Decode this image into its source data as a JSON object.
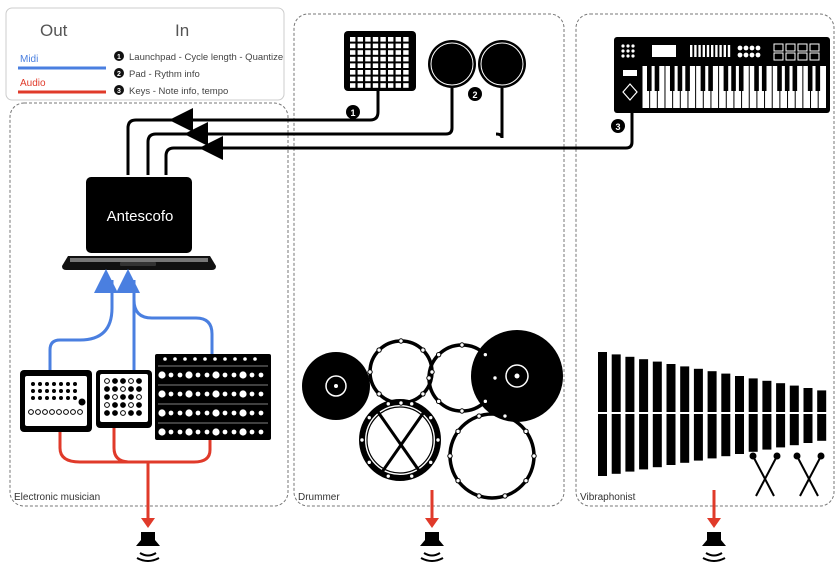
{
  "legend": {
    "out_header": "Out",
    "in_header": "In",
    "midi_label": "Midi",
    "audio_label": "Audio",
    "items": [
      {
        "badge": "1",
        "text": "Launchpad - Cycle length - Quantize"
      },
      {
        "badge": "2",
        "text": "Pad - Rythm info"
      },
      {
        "badge": "3",
        "text": "Keys - Note info, tempo"
      }
    ]
  },
  "laptop": {
    "label": "Antescofo"
  },
  "zones": [
    {
      "label": "Electronic musician"
    },
    {
      "label": "Drummer"
    },
    {
      "label": "Vibraphonist"
    }
  ],
  "badges": {
    "launchpad": "1",
    "pads": "2",
    "keyboard": "3"
  },
  "colors": {
    "midi": "#4a7fe0",
    "audio": "#e03a2a",
    "ink": "#000000",
    "frame": "#888888"
  },
  "icons": [
    "launchpad-icon",
    "drum-pad-icon",
    "midi-keyboard-icon",
    "laptop-icon",
    "synth-module-icon",
    "drum-kit-icon",
    "vibraphone-icon",
    "speaker-icon"
  ]
}
